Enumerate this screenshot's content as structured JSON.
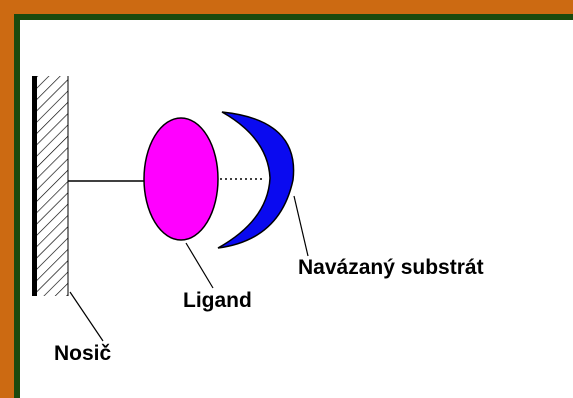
{
  "labels": {
    "substrate": "Navázaný substrát",
    "ligand": "Ligand",
    "carrier": "Nosič"
  },
  "colors": {
    "background_outer": "#1a4a0e",
    "frame_accent": "#cc6a12",
    "canvas": "#ffffff",
    "ligand_fill": "#ff00ff",
    "substrate_fill": "#0a0af0",
    "line": "#000000"
  }
}
